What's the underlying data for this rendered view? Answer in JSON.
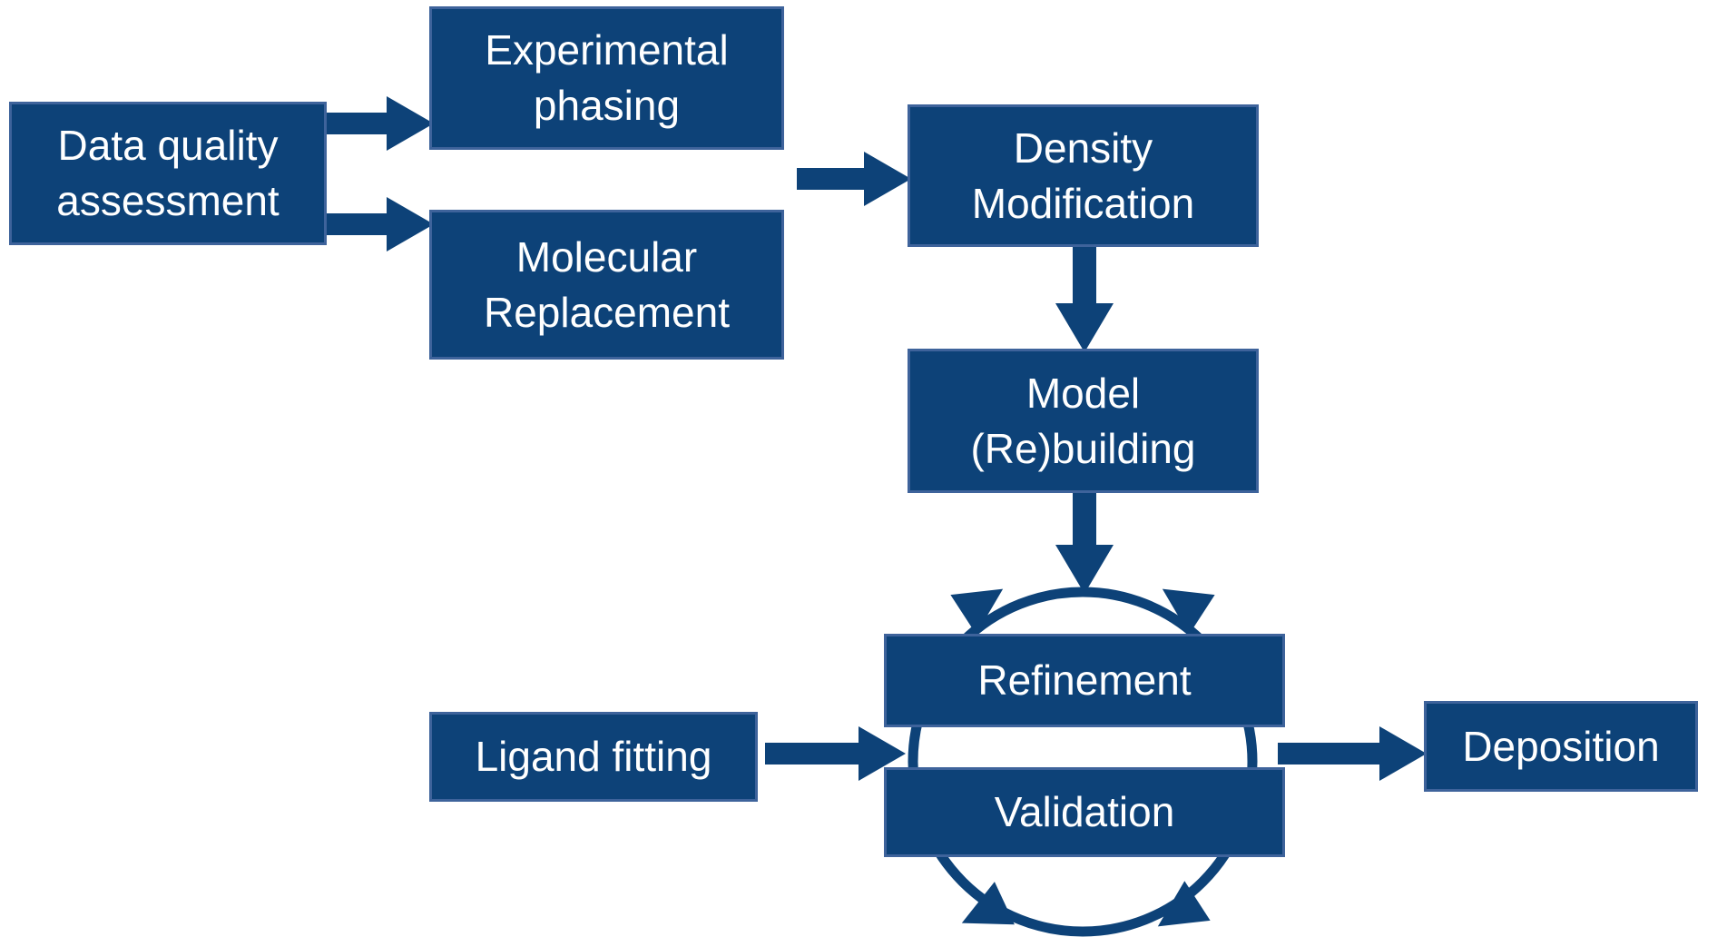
{
  "colors": {
    "box_fill": "#0d4278",
    "box_border": "#3e639b",
    "arrow": "#0d4278",
    "text": "#ffffff",
    "background": "#ffffff"
  },
  "nodes": {
    "data_quality": {
      "label": "Data quality\nassessment"
    },
    "experimental_phasing": {
      "label": "Experimental\nphasing"
    },
    "molecular_replacement": {
      "label": "Molecular\nReplacement"
    },
    "density_modification": {
      "label": "Density\nModification"
    },
    "model_rebuilding": {
      "label": "Model\n(Re)building"
    },
    "refinement": {
      "label": "Refinement"
    },
    "validation": {
      "label": "Validation"
    },
    "ligand_fitting": {
      "label": "Ligand fitting"
    },
    "deposition": {
      "label": "Deposition"
    }
  },
  "edges": [
    {
      "from": "data_quality",
      "to": "experimental_phasing"
    },
    {
      "from": "data_quality",
      "to": "molecular_replacement"
    },
    {
      "from": "experimental_phasing + molecular_replacement",
      "to": "density_modification"
    },
    {
      "from": "density_modification",
      "to": "model_rebuilding"
    },
    {
      "from": "model_rebuilding",
      "to": "refinement_validation_cycle"
    },
    {
      "from": "ligand_fitting",
      "to": "refinement_validation_cycle"
    },
    {
      "from": "refinement_validation_cycle",
      "to": "deposition"
    }
  ],
  "cycle": {
    "members": [
      "refinement",
      "validation"
    ],
    "style": "circular-arrows"
  }
}
